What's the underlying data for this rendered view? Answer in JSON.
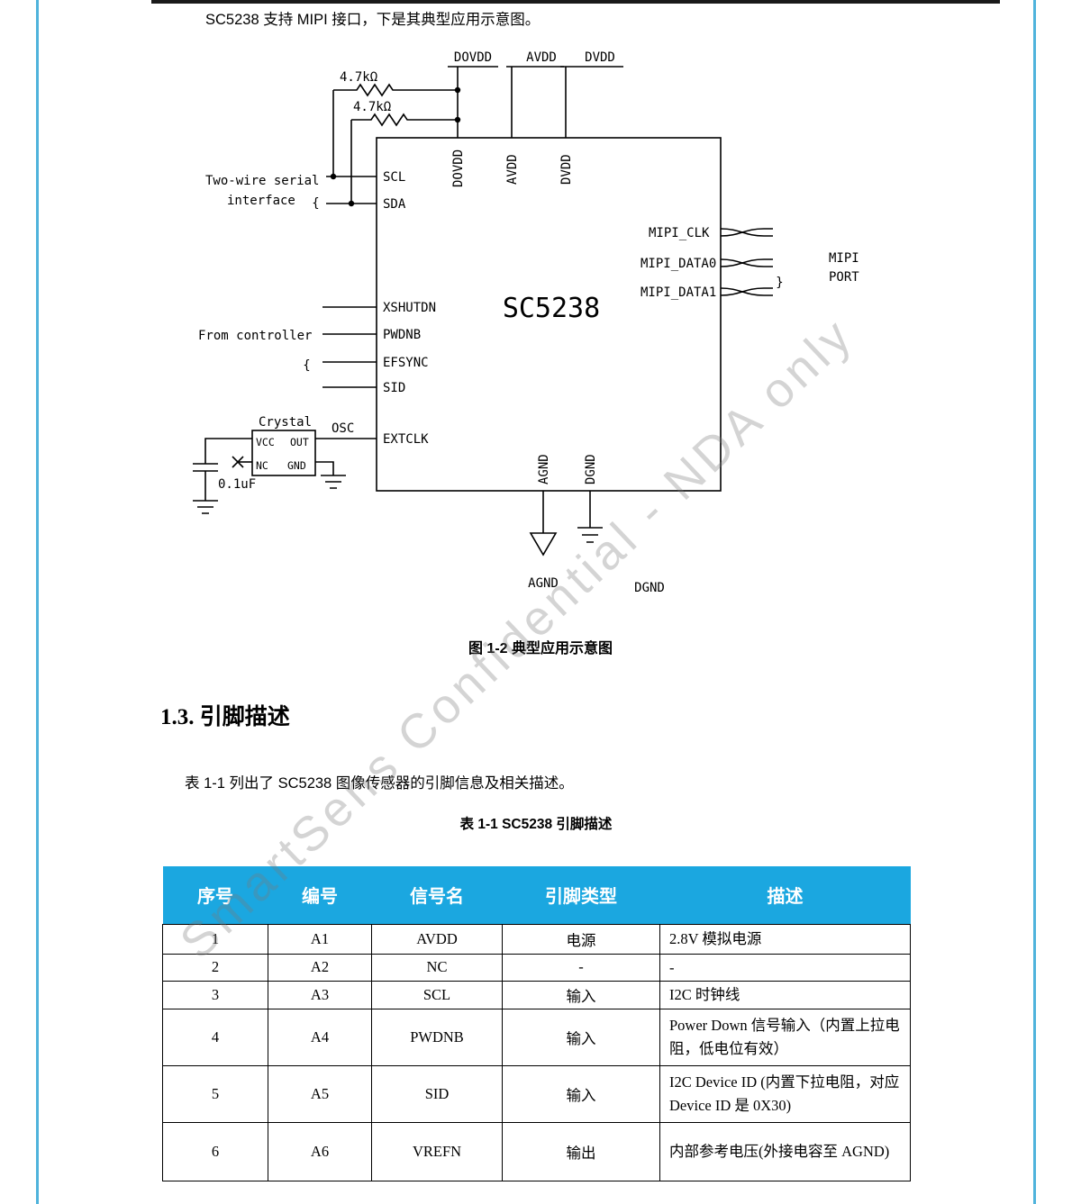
{
  "page": {
    "intro": "SC5238 支持 MIPI 接口，下是其典型应用示意图。",
    "figure_caption": "图  1-2 典型应用示意图",
    "section": {
      "heading": "1.3. 引脚描述",
      "intro": "表  1-1 列出了 SC5238 图像传感器的引脚信息及相关描述。"
    },
    "watermark": "SmartSens Confidential - NDA only"
  },
  "diagram": {
    "chip": "SC5238",
    "rails": {
      "dovdd": "DOVDD",
      "avdd": "AVDD",
      "dvdd": "DVDD"
    },
    "resistors": {
      "r1": "4.7kΩ",
      "r2": "4.7kΩ"
    },
    "pins": {
      "scl": "SCL",
      "sda": "SDA",
      "dovdd": "DOVDD",
      "avdd": "AVDD",
      "dvdd": "DVDD",
      "xshutdn": "XSHUTDN",
      "pwdnb": "PWDNB",
      "efsync": "EFSYNC",
      "sid": "SID",
      "extclk": "EXTCLK",
      "mipi_clk": "MIPI_CLK",
      "mipi_data0": "MIPI_DATA0",
      "mipi_data1": "MIPI_DATA1",
      "agnd": "AGND",
      "dgnd": "DGND"
    },
    "labels": {
      "two_wire_1": "Two-wire serial",
      "two_wire_2": "interface",
      "from_controller": "From controller",
      "crystal": "Crystal",
      "osc": "OSC",
      "vcc": "VCC",
      "out": "OUT",
      "nc": "NC",
      "gnd": "GND",
      "cap": "0.1uF",
      "mipi_1": "MIPI",
      "mipi_2": "PORT",
      "agnd": "AGND",
      "dgnd": "DGND",
      "brace_open_small": "{",
      "brace_open_big": "{",
      "brace_close": "}"
    }
  },
  "table": {
    "caption": "表  1-1 SC5238 引脚描述",
    "headers": [
      "序号",
      "编号",
      "信号名",
      "引脚类型",
      "描述"
    ],
    "rows": [
      [
        "1",
        "A1",
        "AVDD",
        "电源",
        "2.8V 模拟电源"
      ],
      [
        "2",
        "A2",
        "NC",
        "-",
        "-"
      ],
      [
        "3",
        "A3",
        "SCL",
        "输入",
        "I2C 时钟线"
      ],
      [
        "4",
        "A4",
        "PWDNB",
        "输入",
        "Power Down 信号输入（内置上拉电阻，低电位有效）"
      ],
      [
        "5",
        "A5",
        "SID",
        "输入",
        "I2C Device ID (内置下拉电阻，对应 Device ID 是 0X30)"
      ],
      [
        "6",
        "A6",
        "VREFN",
        "输出",
        "内部参考电压(外接电容至 AGND)"
      ]
    ],
    "colors": {
      "header_bg": "#1BA7E0",
      "header_text": "#ffffff"
    }
  },
  "frame": {
    "border_color": "#4FB3DC"
  }
}
